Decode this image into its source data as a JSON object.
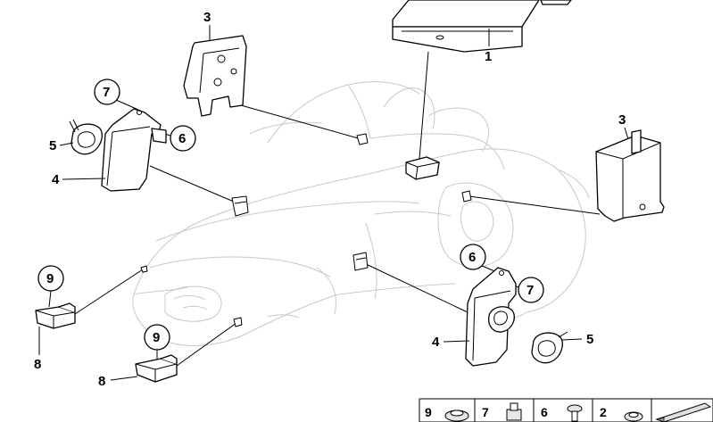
{
  "callouts": {
    "c1": "1",
    "c3a": "3",
    "c3b": "3",
    "c7a": "7",
    "c6a": "6",
    "c5a": "5",
    "c4a": "4",
    "c9a": "9",
    "c8a": "8",
    "c9b": "9",
    "c8b": "8",
    "c6b": "6",
    "c7b": "7",
    "c4b": "4",
    "c5b": "5"
  },
  "legend": {
    "items": [
      {
        "num": "9",
        "icon": "grommet-icon"
      },
      {
        "num": "7",
        "icon": "plug-icon"
      },
      {
        "num": "6",
        "icon": "screw-icon"
      },
      {
        "num": "2",
        "icon": "nut-icon"
      }
    ]
  }
}
